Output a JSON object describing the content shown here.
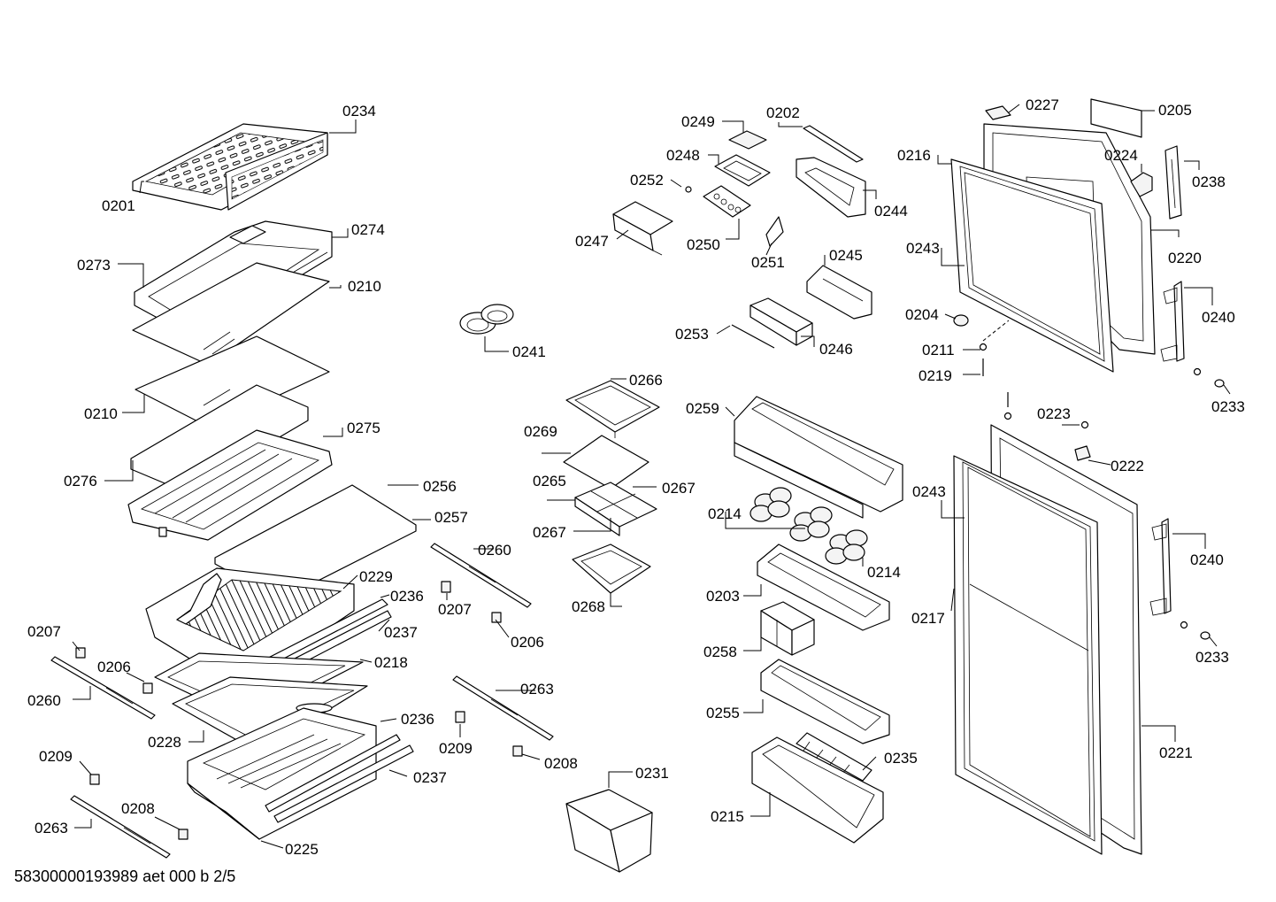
{
  "footer_id": "58300000193989 aet 000 b 2/5",
  "labels": {
    "l0234": "0234",
    "l0201": "0201",
    "l0274": "0274",
    "l0273": "0273",
    "l0210a": "0210",
    "l0210b": "0210",
    "l0275": "0275",
    "l0276": "0276",
    "l0256": "0256",
    "l0257": "0257",
    "l0229": "0229",
    "l0236a": "0236",
    "l0237a": "0237",
    "l0218": "0218",
    "l0207a": "0207",
    "l0206a": "0206",
    "l0260a": "0260",
    "l0228": "0228",
    "l0236b": "0236",
    "l0237b": "0237",
    "l0209a": "0209",
    "l0208a": "0208",
    "l0263a": "0263",
    "l0225": "0225",
    "l0241": "0241",
    "l0260b": "0260",
    "l0207b": "0207",
    "l0206b": "0206",
    "l0263b": "0263",
    "l0209b": "0209",
    "l0208b": "0208",
    "l0231": "0231",
    "l0249": "0249",
    "l0202": "0202",
    "l0248": "0248",
    "l0252": "0252",
    "l0244": "0244",
    "l0247": "0247",
    "l0250": "0250",
    "l0251": "0251",
    "l0245": "0245",
    "l0253": "0253",
    "l0246": "0246",
    "l0266": "0266",
    "l0269": "0269",
    "l0265": "0265",
    "l0267a": "0267",
    "l0267b": "0267",
    "l0268": "0268",
    "l0259": "0259",
    "l0214a": "0214",
    "l0214b": "0214",
    "l0203": "0203",
    "l0258": "0258",
    "l0255": "0255",
    "l0235": "0235",
    "l0215": "0215",
    "l0227": "0227",
    "l0205": "0205",
    "l0216": "0216",
    "l0224": "0224",
    "l0238": "0238",
    "l0220": "0220",
    "l0243a": "0243",
    "l0240a": "0240",
    "l0204": "0204",
    "l0211": "0211",
    "l0219": "0219",
    "l0233a": "0233",
    "l0223": "0223",
    "l0222": "0222",
    "l0243b": "0243",
    "l0240b": "0240",
    "l0217": "0217",
    "l0233b": "0233",
    "l0221": "0221"
  }
}
